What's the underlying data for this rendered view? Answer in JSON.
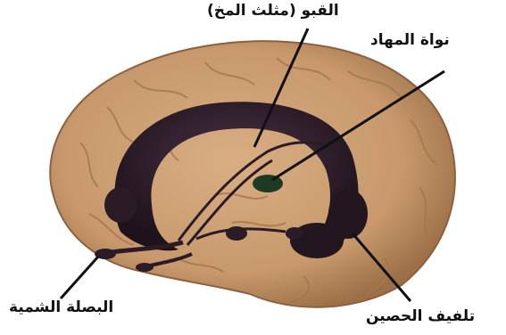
{
  "labels": {
    "fornix": "القبو (مثلث المخ)",
    "thalamic_nucleus": "نواة المهاد",
    "olfactory_bulb": "البصلة الشمية",
    "hippocampal_gyrus": "تلفيف الحصين"
  },
  "colors": {
    "brain_fill": "#c7996c",
    "brain_shadow": "#9c6f47",
    "limbic_structure": "#2a1b26",
    "nucleus": "#1f3a24",
    "leader_line": "#111111"
  }
}
